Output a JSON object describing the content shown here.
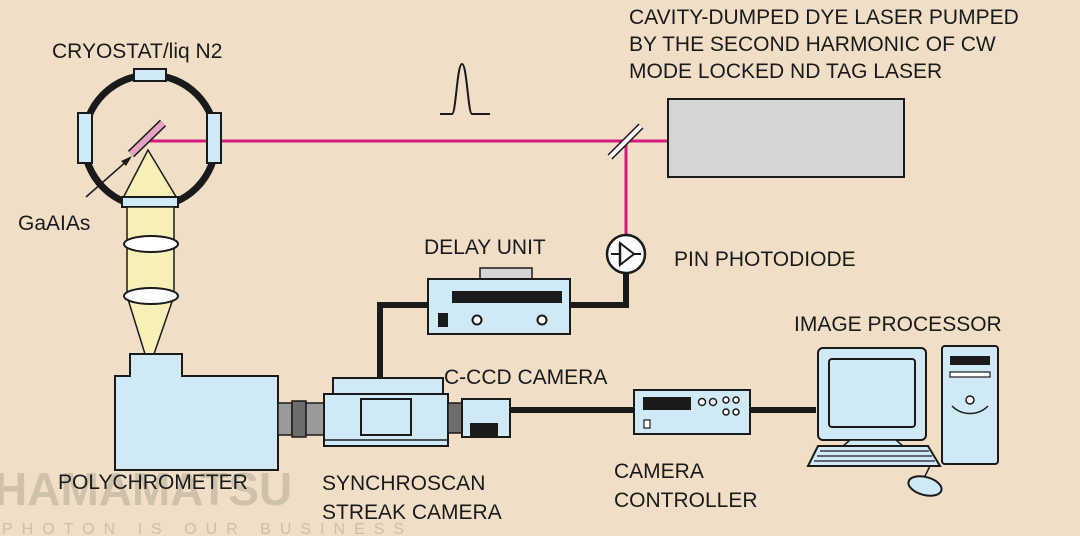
{
  "labels": {
    "laser_line1": "CAVITY-DUMPED DYE LASER PUMPED",
    "laser_line2": "BY THE SECOND HARMONIC OF CW",
    "laser_line3": "MODE LOCKED ND TAG LASER",
    "cryostat": "CRYOSTAT/liq N2",
    "sample": "GaAIAs",
    "delay_unit": "DELAY UNIT",
    "pin_photodiode": "PIN PHOTODIODE",
    "image_processor": "IMAGE PROCESSOR",
    "ccd_camera": "C-CCD CAMERA",
    "polychrometer": "POLYCHROMETER",
    "streak_line1": "SYNCHROSCAN",
    "streak_line2": "STREAK CAMERA",
    "controller_line1": "CAMERA",
    "controller_line2": "CONTROLLER"
  },
  "watermark": {
    "brand": "HAMAMATSU",
    "slogan": "PHOTON IS OUR BUSINESS"
  },
  "colors": {
    "background": "#f0dfc6",
    "beam": "#d6197f",
    "device_fill": "#cfe9f6",
    "laser_fill": "#d5d5d5",
    "cable": "#1a1a1a"
  }
}
